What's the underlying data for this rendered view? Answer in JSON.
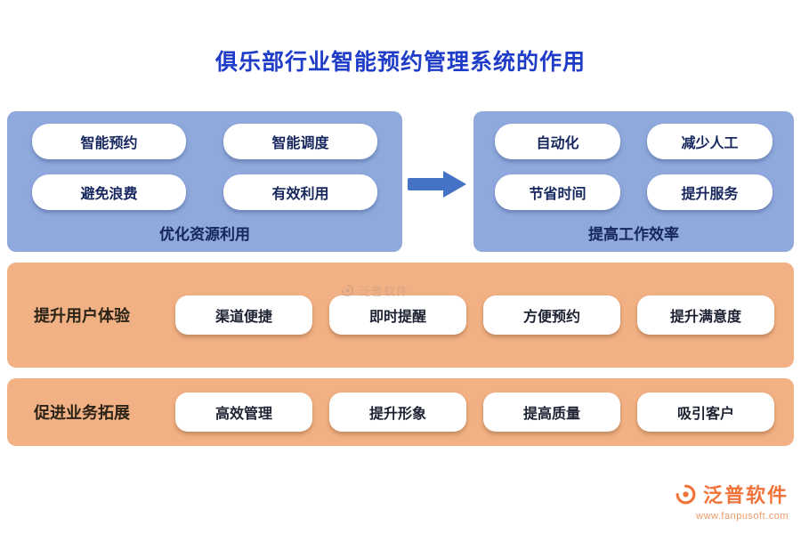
{
  "title": "俱乐部行业智能预约管理系统的作用",
  "flow": {
    "left": {
      "label": "优化资源利用",
      "pills": [
        "智能预约",
        "智能调度",
        "避免浪费",
        "有效利用"
      ]
    },
    "right": {
      "label": "提高工作效率",
      "pills": [
        "自动化",
        "减少人工",
        "节省时间",
        "提升服务"
      ]
    }
  },
  "rows": [
    {
      "label": "提升用户体验",
      "pills": [
        "渠道便捷",
        "即时提醒",
        "方便预约",
        "提升满意度"
      ]
    },
    {
      "label": "促进业务拓展",
      "pills": [
        "高效管理",
        "提升形象",
        "提高质量",
        "吸引客户"
      ]
    }
  ],
  "watermark": {
    "text": "泛普软件"
  },
  "footer": {
    "brand": "泛普软件",
    "url": "www.fanpusoft.com"
  },
  "colors": {
    "title": "#1f3cc8",
    "blue_panel": "#8fa9dd",
    "orange_panel": "#f2b184",
    "arrow": "#4472c4",
    "pill_text": "#16275e",
    "brand": "#f2733a"
  }
}
